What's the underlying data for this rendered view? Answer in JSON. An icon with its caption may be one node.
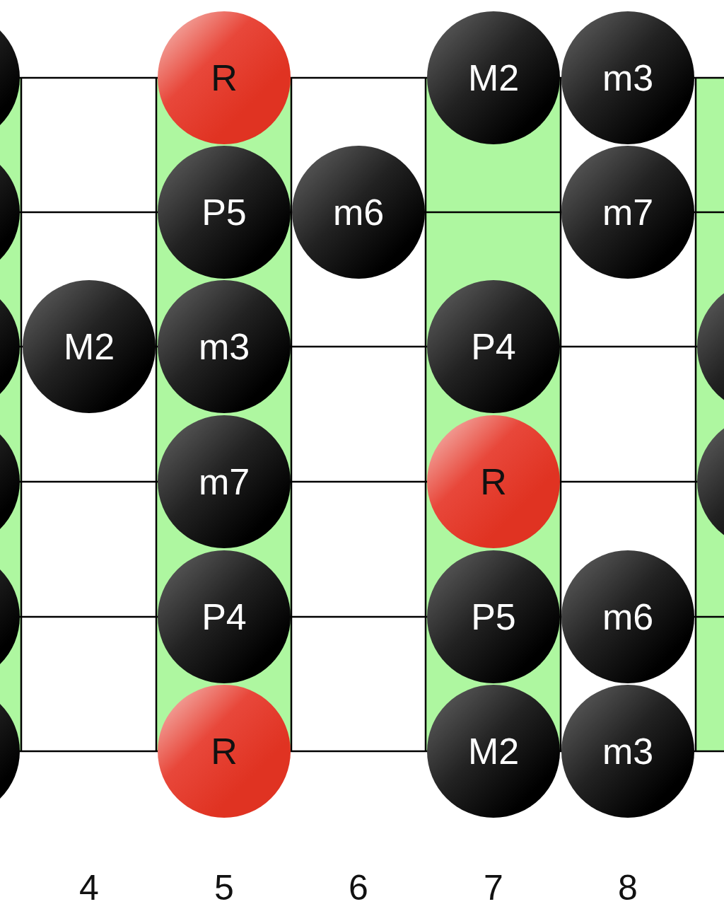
{
  "diagram": {
    "nodes": [
      {
        "text": [],
        "shape": "circle"
      },
      {
        "text": [
          "R"
        ]
      },
      {
        "text": [
          "M2"
        ]
      },
      {
        "text": [
          "m3"
        ]
      },
      {
        "text": [],
        "shape": "circle"
      },
      {
        "text": [
          "P5"
        ]
      },
      {
        "text": [
          "m6"
        ]
      },
      {
        "text": [
          "m7"
        ]
      },
      {
        "text": [],
        "shape": "circle"
      },
      {
        "text": [
          "M2"
        ]
      },
      {
        "text": [
          "m3"
        ]
      },
      {
        "text": [
          "P4"
        ]
      },
      {
        "text": [],
        "shape": "circle"
      },
      {
        "text": [],
        "shape": "circle"
      },
      {
        "text": [
          "m7"
        ]
      },
      {
        "text": [
          "R"
        ]
      },
      {
        "text": [],
        "shape": "circle"
      },
      {
        "text": [],
        "shape": "circle"
      },
      {
        "text": [
          "P4"
        ]
      },
      {
        "text": [
          "P5"
        ]
      },
      {
        "text": [
          "m6"
        ]
      },
      {
        "text": [],
        "shape": "circle"
      },
      {
        "text": [
          "R"
        ]
      },
      {
        "text": [
          "M2"
        ]
      },
      {
        "text": [
          "m3"
        ]
      }
    ],
    "edges": [],
    "labels": [
      "4",
      "5",
      "6",
      "7",
      "8"
    ]
  }
}
